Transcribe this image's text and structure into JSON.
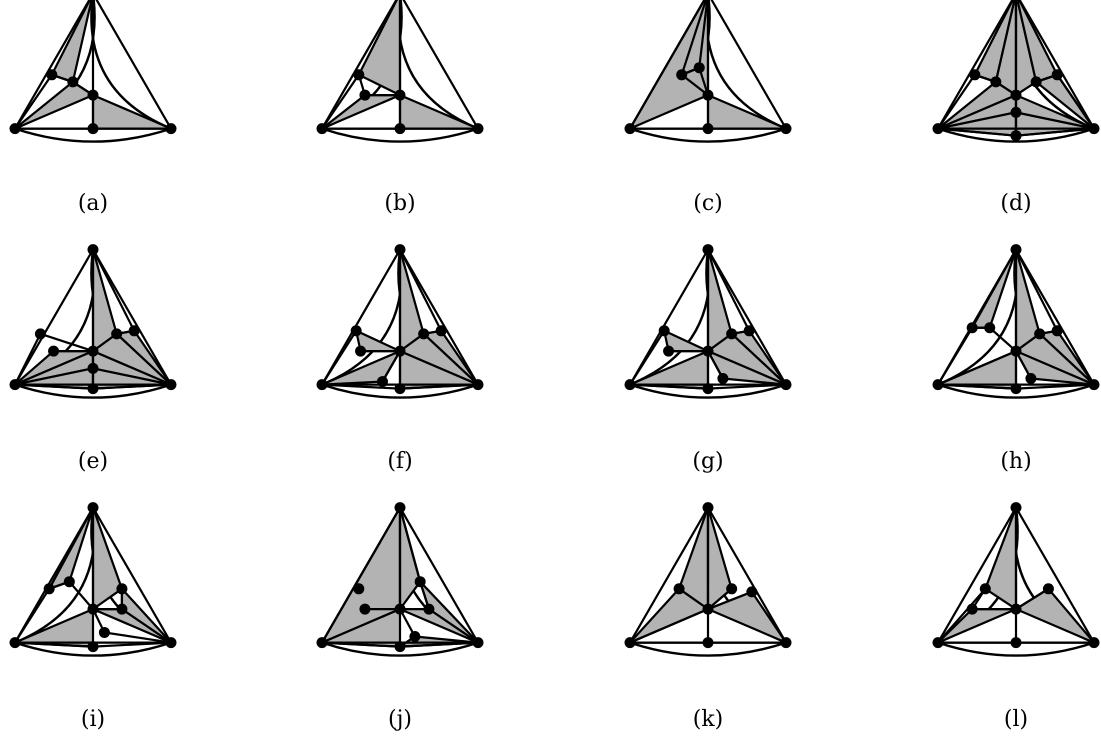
{
  "style": {
    "stroke": "#000000",
    "fill": "#b3b3b3",
    "background": "#ffffff"
  },
  "graphs": [
    {
      "label": "(a)",
      "vertices": [
        [
          0,
          -1.0
        ],
        [
          -0.89,
          0.33
        ],
        [
          0.89,
          0.33
        ],
        [
          -0.47,
          -0.2
        ],
        [
          -0.23,
          -0.13
        ],
        [
          0,
          0
        ],
        [
          0,
          0.33
        ]
      ],
      "triangles": [
        [
          0,
          3,
          4
        ],
        [
          1,
          4,
          5
        ],
        [
          2,
          5,
          6
        ]
      ],
      "edges": [
        [
          0,
          1
        ],
        [
          0,
          2
        ],
        [
          1,
          2
        ],
        [
          0,
          5
        ],
        [
          1,
          3
        ],
        [
          1,
          6
        ],
        [
          3,
          4
        ],
        [
          4,
          5
        ],
        [
          5,
          6
        ]
      ]
    },
    {
      "label": "(b)",
      "vertices": [
        [
          0,
          -1.0
        ],
        [
          -0.89,
          0.33
        ],
        [
          0.89,
          0.33
        ],
        [
          -0.47,
          -0.2
        ],
        [
          -0.4,
          0.0
        ],
        [
          0,
          0
        ],
        [
          0,
          0.33
        ]
      ],
      "triangles": [
        [
          0,
          3,
          5
        ],
        [
          1,
          4,
          5
        ],
        [
          2,
          5,
          6
        ]
      ],
      "edges": [
        [
          0,
          1
        ],
        [
          0,
          2
        ],
        [
          1,
          2
        ],
        [
          0,
          5
        ],
        [
          1,
          3
        ],
        [
          1,
          6
        ],
        [
          3,
          4
        ],
        [
          4,
          5
        ],
        [
          5,
          6
        ]
      ]
    },
    {
      "label": "(c)",
      "vertices": [
        [
          0,
          -1.0
        ],
        [
          -0.89,
          0.33
        ],
        [
          0.89,
          0.33
        ],
        [
          -0.1,
          -0.27
        ],
        [
          -0.3,
          -0.2
        ],
        [
          0,
          0
        ],
        [
          0,
          0.33
        ]
      ],
      "triangles": [
        [
          0,
          1,
          5
        ],
        [
          0,
          3,
          4
        ],
        [
          2,
          5,
          6
        ]
      ],
      "edges": [
        [
          0,
          1
        ],
        [
          0,
          2
        ],
        [
          1,
          2
        ],
        [
          0,
          5
        ],
        [
          1,
          6
        ],
        [
          3,
          4
        ],
        [
          3,
          5
        ],
        [
          4,
          5
        ],
        [
          5,
          6
        ]
      ]
    },
    {
      "label": "(d)",
      "vertices": [
        [
          0,
          -1.0
        ],
        [
          -0.89,
          0.33
        ],
        [
          0.89,
          0.33
        ],
        [
          -0.47,
          -0.2
        ],
        [
          -0.23,
          -0.13
        ],
        [
          0.23,
          -0.13
        ],
        [
          0.47,
          -0.2
        ],
        [
          0,
          0
        ],
        [
          0,
          0.17
        ],
        [
          0,
          0.4
        ]
      ],
      "triangles": [
        [
          0,
          3,
          4
        ],
        [
          0,
          4,
          7
        ],
        [
          0,
          5,
          7
        ],
        [
          0,
          5,
          6
        ],
        [
          2,
          6,
          5
        ],
        [
          1,
          4,
          7
        ],
        [
          1,
          7,
          8
        ],
        [
          1,
          8,
          9
        ],
        [
          2,
          8,
          9
        ],
        [
          2,
          7,
          8
        ]
      ],
      "edges": [
        [
          0,
          1
        ],
        [
          0,
          2
        ],
        [
          1,
          2
        ],
        [
          0,
          7
        ],
        [
          1,
          3
        ],
        [
          2,
          6
        ],
        [
          1,
          9
        ],
        [
          2,
          9
        ],
        [
          3,
          4
        ],
        [
          5,
          6
        ],
        [
          7,
          8
        ],
        [
          8,
          9
        ]
      ]
    },
    {
      "label": "(e)",
      "vertices": [
        [
          0,
          -1.0
        ],
        [
          -0.89,
          0.33
        ],
        [
          0.89,
          0.33
        ],
        [
          -0.6,
          -0.17
        ],
        [
          -0.45,
          0.0
        ],
        [
          0,
          0
        ],
        [
          0.27,
          -0.17
        ],
        [
          0.47,
          -0.2
        ],
        [
          0,
          0.17
        ],
        [
          0,
          0.37
        ]
      ],
      "triangles": [
        [
          0,
          5,
          6
        ],
        [
          2,
          6,
          7
        ],
        [
          2,
          5,
          6
        ],
        [
          1,
          4,
          5
        ],
        [
          1,
          5,
          8
        ],
        [
          1,
          8,
          9
        ],
        [
          2,
          8,
          9
        ],
        [
          2,
          5,
          8
        ]
      ],
      "edges": [
        [
          0,
          1
        ],
        [
          0,
          2
        ],
        [
          1,
          2
        ],
        [
          0,
          5
        ],
        [
          0,
          7
        ],
        [
          1,
          3
        ],
        [
          3,
          5
        ],
        [
          1,
          9
        ],
        [
          2,
          9
        ],
        [
          4,
          5
        ],
        [
          6,
          7
        ],
        [
          5,
          8
        ],
        [
          8,
          9
        ]
      ]
    },
    {
      "label": "(f)",
      "vertices": [
        [
          0,
          -1.0
        ],
        [
          -0.89,
          0.33
        ],
        [
          0.89,
          0.33
        ],
        [
          -0.5,
          -0.2
        ],
        [
          -0.45,
          0.0
        ],
        [
          0,
          0
        ],
        [
          0.27,
          -0.17
        ],
        [
          0.47,
          -0.2
        ],
        [
          -0.2,
          0.3
        ],
        [
          0,
          0.37
        ]
      ],
      "triangles": [
        [
          0,
          5,
          6
        ],
        [
          2,
          6,
          7
        ],
        [
          2,
          5,
          6
        ],
        [
          3,
          4,
          5
        ],
        [
          1,
          5,
          8
        ],
        [
          2,
          5,
          9
        ]
      ],
      "edges": [
        [
          0,
          1
        ],
        [
          0,
          2
        ],
        [
          1,
          2
        ],
        [
          0,
          5
        ],
        [
          0,
          7
        ],
        [
          1,
          3
        ],
        [
          1,
          9
        ],
        [
          2,
          9
        ],
        [
          4,
          5
        ],
        [
          6,
          7
        ],
        [
          5,
          8
        ],
        [
          5,
          9
        ]
      ]
    },
    {
      "label": "(g)",
      "vertices": [
        [
          0,
          -1.0
        ],
        [
          -0.89,
          0.33
        ],
        [
          0.89,
          0.33
        ],
        [
          -0.5,
          -0.2
        ],
        [
          -0.45,
          0.0
        ],
        [
          0,
          0
        ],
        [
          0.27,
          -0.17
        ],
        [
          0.47,
          -0.2
        ],
        [
          0.17,
          0.27
        ],
        [
          0,
          0.37
        ]
      ],
      "triangles": [
        [
          0,
          5,
          6
        ],
        [
          2,
          6,
          7
        ],
        [
          2,
          5,
          6
        ],
        [
          3,
          4,
          5
        ],
        [
          1,
          5,
          9
        ],
        [
          2,
          8,
          5
        ]
      ],
      "edges": [
        [
          0,
          1
        ],
        [
          0,
          2
        ],
        [
          1,
          2
        ],
        [
          0,
          5
        ],
        [
          0,
          7
        ],
        [
          1,
          3
        ],
        [
          1,
          9
        ],
        [
          2,
          9
        ],
        [
          4,
          5
        ],
        [
          6,
          7
        ],
        [
          5,
          8
        ],
        [
          5,
          9
        ]
      ]
    },
    {
      "label": "(h)",
      "vertices": [
        [
          0,
          -1.0
        ],
        [
          -0.89,
          0.33
        ],
        [
          0.89,
          0.33
        ],
        [
          -0.5,
          -0.23
        ],
        [
          -0.3,
          -0.23
        ],
        [
          0,
          0
        ],
        [
          0.27,
          -0.17
        ],
        [
          0.47,
          -0.2
        ],
        [
          0.17,
          0.27
        ],
        [
          0,
          0.37
        ]
      ],
      "triangles": [
        [
          0,
          5,
          6
        ],
        [
          2,
          6,
          7
        ],
        [
          2,
          5,
          6
        ],
        [
          0,
          3,
          4
        ],
        [
          1,
          5,
          9
        ],
        [
          2,
          8,
          5
        ]
      ],
      "edges": [
        [
          0,
          1
        ],
        [
          0,
          2
        ],
        [
          1,
          2
        ],
        [
          0,
          5
        ],
        [
          0,
          7
        ],
        [
          1,
          3
        ],
        [
          1,
          5
        ],
        [
          1,
          9
        ],
        [
          2,
          9
        ],
        [
          3,
          4
        ],
        [
          4,
          5
        ],
        [
          6,
          7
        ],
        [
          5,
          8
        ],
        [
          5,
          9
        ]
      ]
    },
    {
      "label": "(i)",
      "vertices": [
        [
          0,
          -1.0
        ],
        [
          -0.89,
          0.33
        ],
        [
          0.89,
          0.33
        ],
        [
          -0.5,
          -0.2
        ],
        [
          -0.27,
          -0.27
        ],
        [
          0,
          0
        ],
        [
          0.33,
          -0.2
        ],
        [
          0.33,
          0.0
        ],
        [
          0.13,
          0.23
        ],
        [
          0,
          0.37
        ]
      ],
      "triangles": [
        [
          0,
          5,
          6
        ],
        [
          0,
          3,
          4
        ],
        [
          2,
          5,
          7
        ],
        [
          2,
          6,
          7
        ],
        [
          1,
          5,
          9
        ]
      ],
      "edges": [
        [
          0,
          1
        ],
        [
          0,
          2
        ],
        [
          1,
          2
        ],
        [
          0,
          5
        ],
        [
          0,
          3
        ],
        [
          1,
          3
        ],
        [
          1,
          9
        ],
        [
          2,
          9
        ],
        [
          3,
          4
        ],
        [
          4,
          5
        ],
        [
          6,
          7
        ],
        [
          5,
          7
        ],
        [
          5,
          8
        ],
        [
          2,
          8
        ]
      ]
    },
    {
      "label": "(j)",
      "vertices": [
        [
          0,
          -1.0
        ],
        [
          -0.89,
          0.33
        ],
        [
          0.89,
          0.33
        ],
        [
          -0.47,
          -0.2
        ],
        [
          -0.4,
          0.0
        ],
        [
          0,
          0
        ],
        [
          0.23,
          -0.27
        ],
        [
          0.33,
          0.0
        ],
        [
          0.17,
          0.27
        ],
        [
          0,
          0.37
        ]
      ],
      "triangles": [
        [
          0,
          1,
          5
        ],
        [
          0,
          5,
          6
        ],
        [
          2,
          6,
          7
        ],
        [
          2,
          5,
          7
        ],
        [
          1,
          5,
          9
        ],
        [
          2,
          8,
          9
        ]
      ],
      "edges": [
        [
          0,
          1
        ],
        [
          0,
          2
        ],
        [
          1,
          2
        ],
        [
          0,
          5
        ],
        [
          0,
          6
        ],
        [
          1,
          9
        ],
        [
          2,
          9
        ],
        [
          4,
          5
        ],
        [
          6,
          7
        ],
        [
          5,
          8
        ],
        [
          8,
          9
        ]
      ]
    },
    {
      "label": "(k)",
      "vertices": [
        [
          0,
          -1.0
        ],
        [
          -0.89,
          0.33
        ],
        [
          0.89,
          0.33
        ],
        [
          -0.33,
          -0.2
        ],
        [
          0,
          0
        ],
        [
          0.27,
          -0.2
        ],
        [
          0.5,
          -0.17
        ],
        [
          0,
          0.33
        ]
      ],
      "triangles": [
        [
          0,
          3,
          4
        ],
        [
          1,
          3,
          4
        ],
        [
          0,
          4,
          5
        ],
        [
          2,
          4,
          6
        ]
      ],
      "edges": [
        [
          0,
          1
        ],
        [
          0,
          2
        ],
        [
          1,
          2
        ],
        [
          0,
          4
        ],
        [
          1,
          4
        ],
        [
          1,
          7
        ],
        [
          2,
          7
        ],
        [
          4,
          7
        ],
        [
          4,
          5
        ],
        [
          4,
          6
        ]
      ]
    },
    {
      "label": "(l)",
      "vertices": [
        [
          0,
          -1.0
        ],
        [
          -0.89,
          0.33
        ],
        [
          0.89,
          0.33
        ],
        [
          -0.35,
          -0.2
        ],
        [
          -0.5,
          0.0
        ],
        [
          0,
          0
        ],
        [
          0.37,
          -0.2
        ],
        [
          0,
          0.33
        ]
      ],
      "triangles": [
        [
          0,
          3,
          5
        ],
        [
          1,
          4,
          5
        ],
        [
          2,
          5,
          6
        ]
      ],
      "edges": [
        [
          0,
          1
        ],
        [
          0,
          2
        ],
        [
          1,
          2
        ],
        [
          0,
          5
        ],
        [
          1,
          3
        ],
        [
          1,
          7
        ],
        [
          2,
          7
        ],
        [
          3,
          4
        ],
        [
          4,
          5
        ],
        [
          5,
          6
        ],
        [
          5,
          7
        ]
      ]
    }
  ]
}
